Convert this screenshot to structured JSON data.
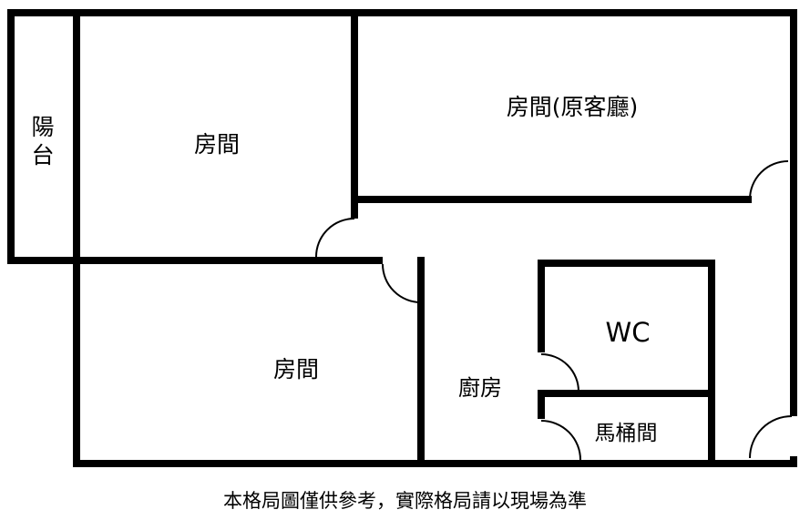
{
  "rooms": {
    "balcony": {
      "label": "陽台"
    },
    "room_top_left": {
      "label": "房間"
    },
    "room_top_right": {
      "label": "房間(原客廳)"
    },
    "room_bottom_left": {
      "label": "房間"
    },
    "kitchen": {
      "label": "廚房"
    },
    "wc": {
      "label": "WC"
    },
    "toilet": {
      "label": "馬桶間"
    }
  },
  "caption": {
    "text": "本格局圖僅供參考，實際格局請以現場為準"
  },
  "colors": {
    "wall": "#000000",
    "background": "#ffffff",
    "text": "#000000"
  }
}
